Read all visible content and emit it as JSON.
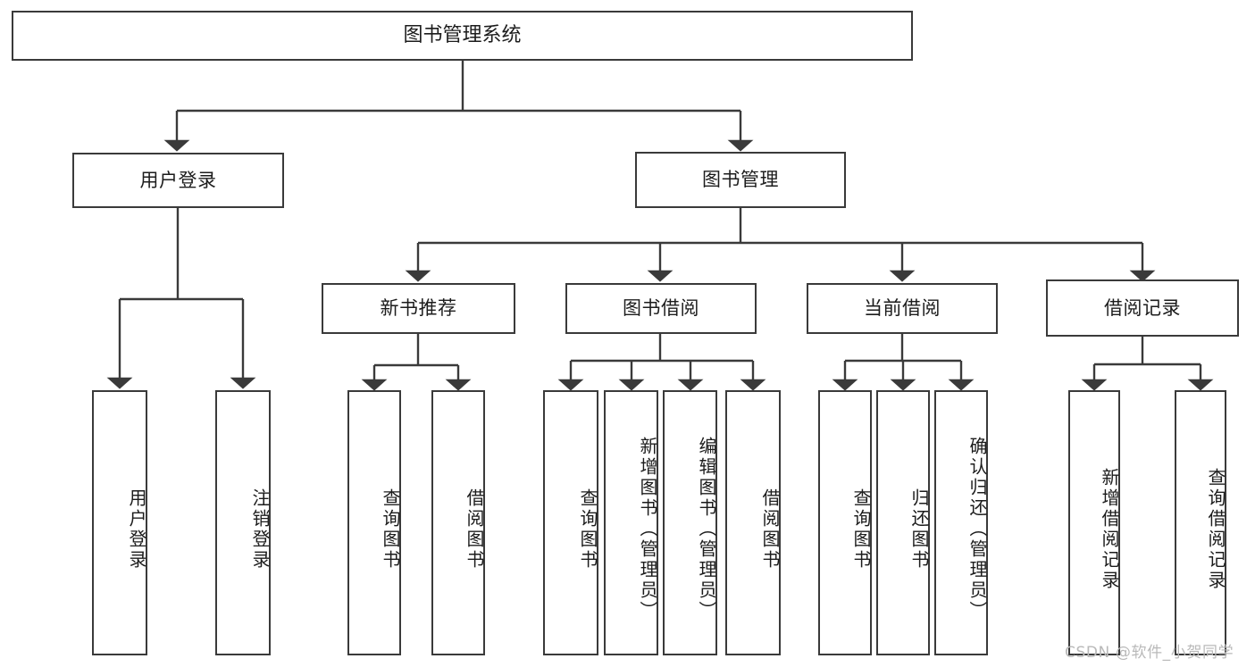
{
  "diagram": {
    "title": "图书管理系统",
    "type": "tree-hierarchy-chart",
    "root": {
      "label": "图书管理系统"
    },
    "level2": [
      {
        "label": "用户登录"
      },
      {
        "label": "图书管理"
      }
    ],
    "level3": [
      {
        "label": "新书推荐"
      },
      {
        "label": "图书借阅"
      },
      {
        "label": "当前借阅"
      },
      {
        "label": "借阅记录"
      }
    ],
    "leaves": {
      "user_login": [
        {
          "label": "用户登录"
        },
        {
          "label": "注销登录"
        }
      ],
      "new_book_recommend": [
        {
          "label": "查询图书"
        },
        {
          "label": "借阅图书"
        }
      ],
      "book_borrow": [
        {
          "label": "查询图书"
        },
        {
          "label": "新增图书（管理员）"
        },
        {
          "label": "编辑图书（管理员）"
        },
        {
          "label": "借阅图书"
        }
      ],
      "current_borrow": [
        {
          "label": "查询图书"
        },
        {
          "label": "归还图书"
        },
        {
          "label": "确认归还（管理员）"
        }
      ],
      "borrow_record": [
        {
          "label": "新增借阅记录"
        },
        {
          "label": "查询借阅记录"
        }
      ]
    }
  },
  "watermark": {
    "text": "CSDN @软件_小贺同学"
  },
  "colors": {
    "border": "#3a3a3a",
    "background": "#ffffff",
    "text": "#1c1c1c",
    "watermark": "#b9b9b9"
  }
}
